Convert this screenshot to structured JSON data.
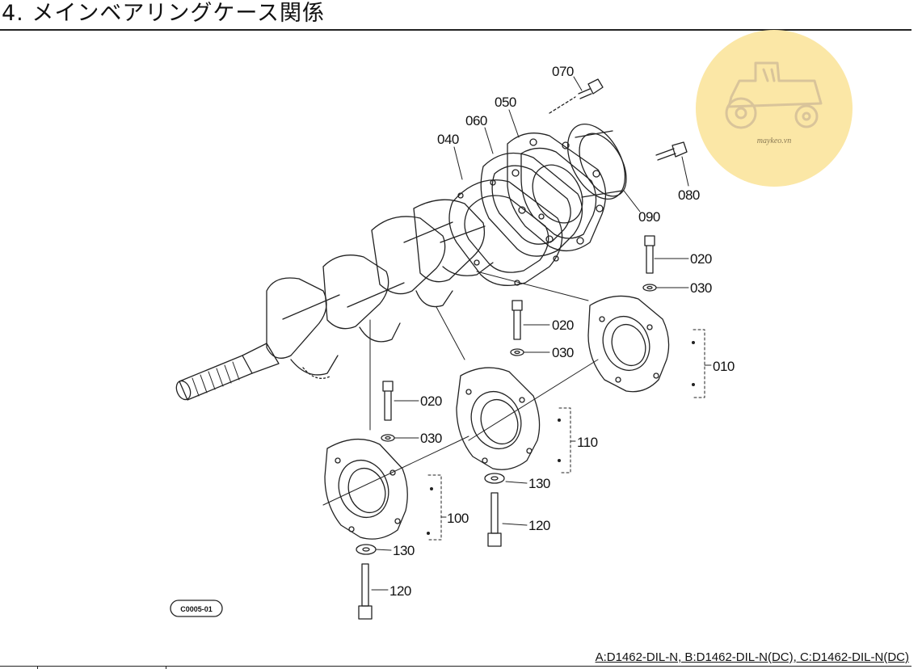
{
  "page": {
    "title": "4. メインベアリングケース関係",
    "footer": "A:D1462-DIL-N, B:D1462-DIL-N(DC), C:D1462-DIL-N(DC)",
    "figure_code": "C0005-01"
  },
  "callouts": {
    "p070": "070",
    "p050": "050",
    "p060": "060",
    "p040": "040",
    "p080": "080",
    "p090": "090",
    "p020a": "020",
    "p030a": "030",
    "p010": "010",
    "p020b": "020",
    "p030b": "030",
    "p110": "110",
    "p020c": "020",
    "p030c": "030",
    "p130a": "130",
    "p120a": "120",
    "p100": "100",
    "p130b": "130",
    "p120b": "120"
  },
  "watermark": {
    "text": "maykeo.vn",
    "icon": "tractor-icon",
    "color": "#fbe7a6"
  }
}
